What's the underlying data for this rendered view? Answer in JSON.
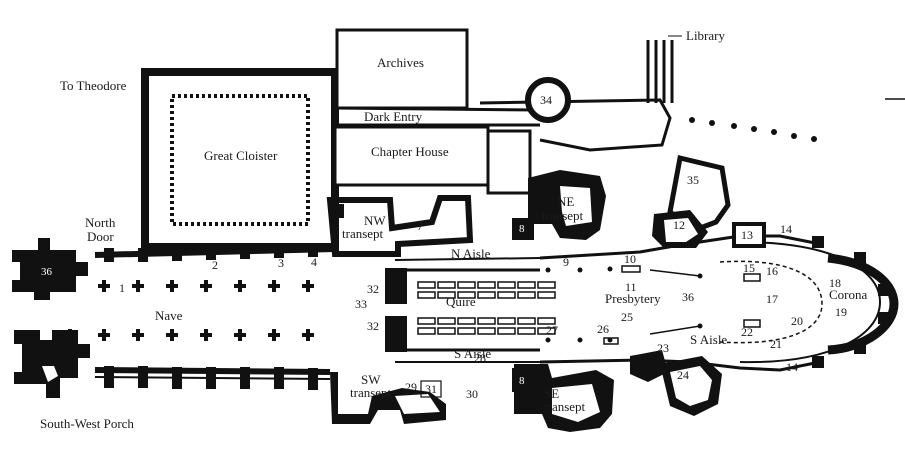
{
  "labels": {
    "library": "Library",
    "archives": "Archives",
    "to_theodore": "To Theodore",
    "dark_entry": "Dark Entry",
    "chapter_house": "Chapter House",
    "great_cloister": "Great Cloister",
    "north_door_1": "North",
    "north_door_2": "Door",
    "nw_transept_1": "NW",
    "nw_transept_2": "transept",
    "ne_transept_1": "NE",
    "ne_transept_2": "transept",
    "n_aisle": "N Aisle",
    "quire": "Quire",
    "presbytery": "Presbytery",
    "nave": "Nave",
    "corona": "Corona",
    "s_aisle_west": "S Aisle",
    "s_aisle_east": "S Aisle",
    "sw_transept_1": "SW",
    "sw_transept_2": "transept",
    "se_transept_1": "SE",
    "se_transept_2": "transept",
    "south_west_porch": "South-West Porch"
  },
  "numbers": {
    "n1": "1",
    "n2": "2",
    "n3": "3",
    "n4": "4",
    "n7": "7",
    "n8a": "8",
    "n8b": "8",
    "n9": "9",
    "n10": "10",
    "n11": "11",
    "n12": "12",
    "n13": "13",
    "n14a": "14",
    "n14b": "14",
    "n15": "15",
    "n16": "16",
    "n17": "17",
    "n18": "18",
    "n19": "19",
    "n20": "20",
    "n21": "21",
    "n22": "22",
    "n23": "23",
    "n24": "24",
    "n25": "25",
    "n26": "26",
    "n27": "27",
    "n28": "28",
    "n29": "29",
    "n30": "30",
    "n31": "31",
    "n32a": "32",
    "n32b": "32",
    "n33": "33",
    "n34": "34",
    "n35": "35",
    "n36a": "36",
    "n36b": "36"
  }
}
